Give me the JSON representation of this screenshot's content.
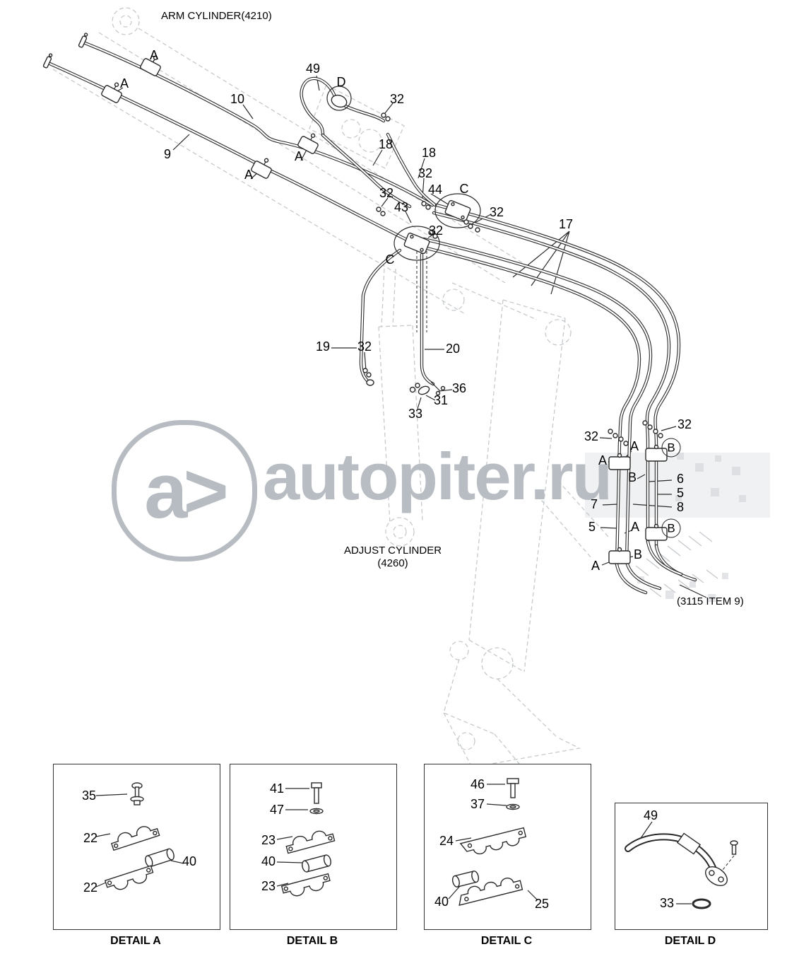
{
  "page": {
    "arm_cylinder": "ARM CYLINDER(4210)",
    "adjust_cylinder": "ADJUST CYLINDER",
    "adjust_cylinder_sub": "(4260)",
    "item_ref": "(3115 ITEM 9)"
  },
  "colors": {
    "line": "#2a2a2a",
    "ghost": "#c6cacd",
    "watermark_gray": "#b2b8be"
  },
  "watermark": {
    "logo": "a>",
    "brand": "autopiter.ru"
  },
  "callouts": [
    "49",
    "D",
    "32",
    "A",
    "A",
    "10",
    "9",
    "A",
    "A",
    "18",
    "18",
    "32",
    "44",
    "C",
    "32",
    "43",
    "32",
    "32",
    "C",
    "17",
    "19",
    "32",
    "20",
    "36",
    "31",
    "33",
    "32",
    "32",
    "A",
    "B",
    "A",
    "B",
    "6",
    "5",
    "7",
    "8",
    "5",
    "A",
    "B",
    "B",
    "A"
  ],
  "details": [
    {
      "title": "DETAIL A",
      "callouts": [
        "35",
        "22",
        "40",
        "22"
      ]
    },
    {
      "title": "DETAIL B",
      "callouts": [
        "41",
        "47",
        "23",
        "40",
        "23"
      ]
    },
    {
      "title": "DETAIL C",
      "callouts": [
        "46",
        "37",
        "24",
        "40",
        "25"
      ]
    },
    {
      "title": "DETAIL D",
      "callouts": [
        "49",
        "33"
      ]
    }
  ]
}
